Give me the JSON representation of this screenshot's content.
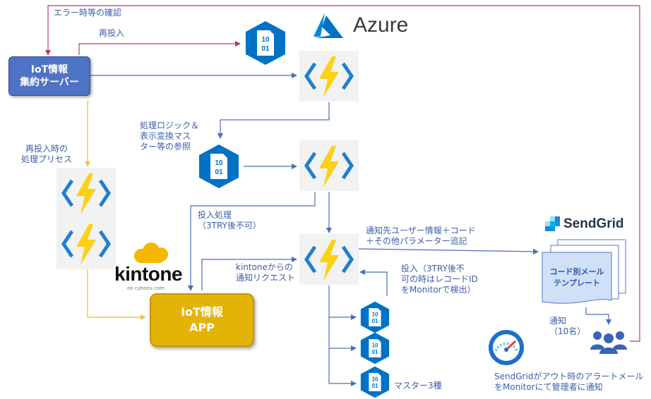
{
  "azure": {
    "label": "Azure"
  },
  "sendgrid": {
    "label": "SendGrid"
  },
  "kintone": {
    "label": "kintone",
    "sub": "on cybozu.com"
  },
  "server": {
    "line1": "IoT情報",
    "line2": "集約サーバー"
  },
  "app": {
    "line1": "IoT情報",
    "line2": "APP"
  },
  "template": {
    "line1": "コード別メール",
    "line2": "テンプレート"
  },
  "hex_text": {
    "top": "10",
    "bottom": "01"
  },
  "labels": {
    "error_check": "エラー時等の確認",
    "resubmit": "再投入",
    "resubmit_preset": [
      "再投入時の",
      "処理プリセス"
    ],
    "logic_ref": [
      "処理ロジック＆",
      "表示変換マス",
      "ター等の参照"
    ],
    "submit_process": [
      "投入処理",
      "（3TRY後不可）"
    ],
    "kintone_notice": [
      "kintoneからの",
      "通知リクエスト"
    ],
    "notify_info": [
      "通知先ユーザー情報＋コード",
      "＋その他パラメーター追記"
    ],
    "submit_retry": [
      "投入（3TRY後不",
      "可の時はレコードID",
      "をMonitorで検出）"
    ],
    "notify_count": [
      "通知",
      "（10名）"
    ],
    "master3": "マスター3種",
    "sendgrid_alert": [
      "SendGridがアウト時のアラートメール",
      "をMonitorにて管理者に通知"
    ]
  },
  "colors": {
    "blue_box": "#4e72c4",
    "gold_box": "#e3b308",
    "hex_blue": "#0072c6",
    "bolt_yellow": "#fcd116",
    "wire_blue": "#4a6fb5",
    "wire_yellow": "#f5c342",
    "wire_magenta": "#b03a78"
  }
}
